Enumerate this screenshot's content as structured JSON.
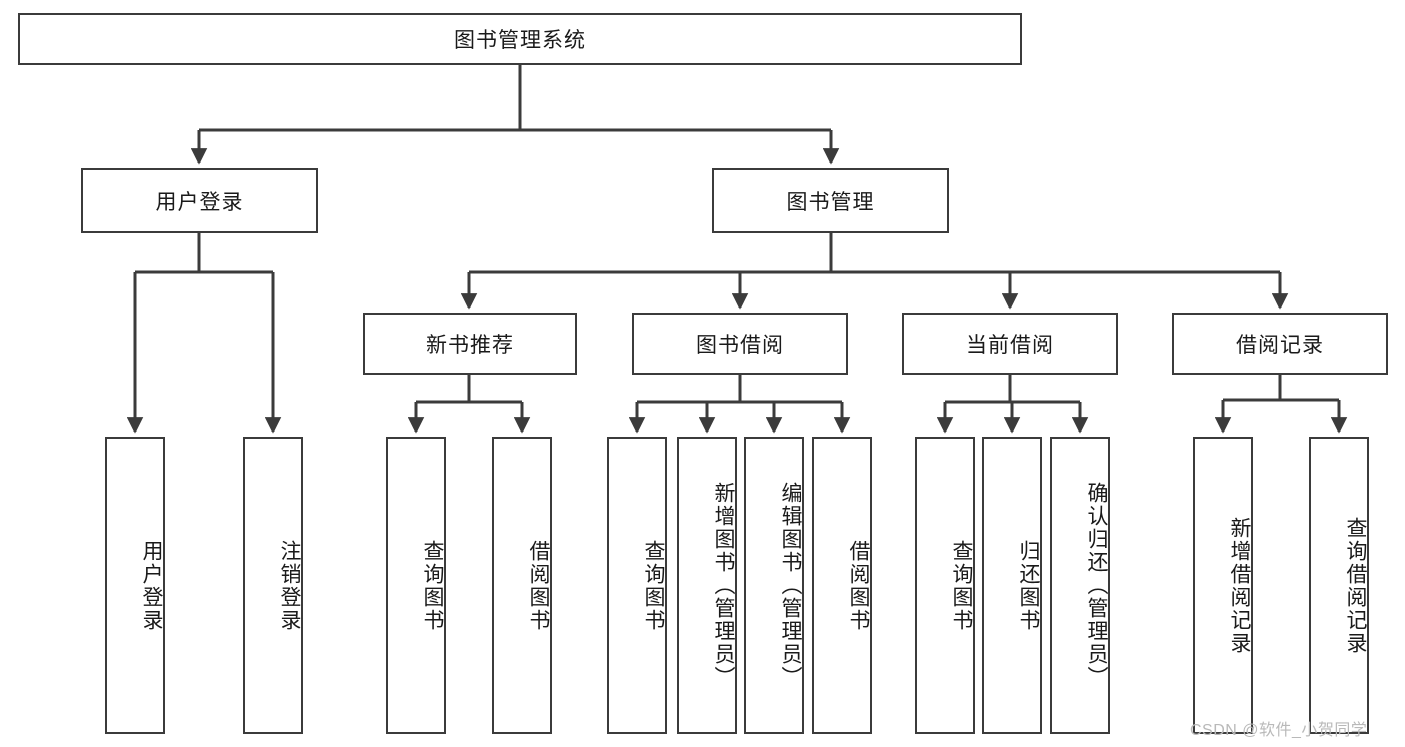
{
  "diagram": {
    "title": "图书管理系统",
    "type": "tree-hierarchy",
    "watermark": "CSDN @软件_小贺同学",
    "colors": {
      "box_border": "#3b3b3b",
      "box_fill": "#ffffff",
      "edge": "#3b3b3b",
      "text": "#1a1a1a",
      "watermark": "#b9b9b9",
      "background": "#ffffff"
    },
    "nodes": {
      "root": {
        "label": "图书管理系统",
        "level": 0,
        "orientation": "horizontal"
      },
      "user_login": {
        "label": "用户登录",
        "level": 1,
        "orientation": "horizontal"
      },
      "book_manage": {
        "label": "图书管理",
        "level": 1,
        "orientation": "horizontal"
      },
      "new_book_rec": {
        "label": "新书推荐",
        "level": 2,
        "orientation": "horizontal"
      },
      "book_borrow": {
        "label": "图书借阅",
        "level": 2,
        "orientation": "horizontal"
      },
      "current_borrow": {
        "label": "当前借阅",
        "level": 2,
        "orientation": "horizontal"
      },
      "borrow_record": {
        "label": "借阅记录",
        "level": 2,
        "orientation": "horizontal"
      },
      "leaf_user_login": {
        "label": "用户登录",
        "level": 3,
        "orientation": "vertical"
      },
      "leaf_logout": {
        "label": "注销登录",
        "level": 3,
        "orientation": "vertical"
      },
      "leaf_query_book_1": {
        "label": "查询图书",
        "level": 3,
        "orientation": "vertical"
      },
      "leaf_borrow_book_1": {
        "label": "借阅图书",
        "level": 3,
        "orientation": "vertical"
      },
      "leaf_query_book_2": {
        "label": "查询图书",
        "level": 3,
        "orientation": "vertical"
      },
      "leaf_add_book": {
        "label": "新增图书（管理员）",
        "level": 3,
        "orientation": "vertical"
      },
      "leaf_edit_book": {
        "label": "编辑图书（管理员）",
        "level": 3,
        "orientation": "vertical"
      },
      "leaf_borrow_book_2": {
        "label": "借阅图书",
        "level": 3,
        "orientation": "vertical"
      },
      "leaf_query_book_3": {
        "label": "查询图书",
        "level": 3,
        "orientation": "vertical"
      },
      "leaf_return_book": {
        "label": "归还图书",
        "level": 3,
        "orientation": "vertical"
      },
      "leaf_confirm_return": {
        "label": "确认归还（管理员）",
        "level": 3,
        "orientation": "vertical"
      },
      "leaf_add_record": {
        "label": "新增借阅记录",
        "level": 3,
        "orientation": "vertical"
      },
      "leaf_query_record": {
        "label": "查询借阅记录",
        "level": 3,
        "orientation": "vertical"
      }
    },
    "hierarchy": [
      {
        "parent": "root",
        "children": [
          "user_login",
          "book_manage"
        ]
      },
      {
        "parent": "user_login",
        "children": [
          "leaf_user_login",
          "leaf_logout"
        ]
      },
      {
        "parent": "book_manage",
        "children": [
          "new_book_rec",
          "book_borrow",
          "current_borrow",
          "borrow_record"
        ]
      },
      {
        "parent": "new_book_rec",
        "children": [
          "leaf_query_book_1",
          "leaf_borrow_book_1"
        ]
      },
      {
        "parent": "book_borrow",
        "children": [
          "leaf_query_book_2",
          "leaf_add_book",
          "leaf_edit_book",
          "leaf_borrow_book_2"
        ]
      },
      {
        "parent": "current_borrow",
        "children": [
          "leaf_query_book_3",
          "leaf_return_book",
          "leaf_confirm_return"
        ]
      },
      {
        "parent": "borrow_record",
        "children": [
          "leaf_add_record",
          "leaf_query_record"
        ]
      }
    ]
  }
}
